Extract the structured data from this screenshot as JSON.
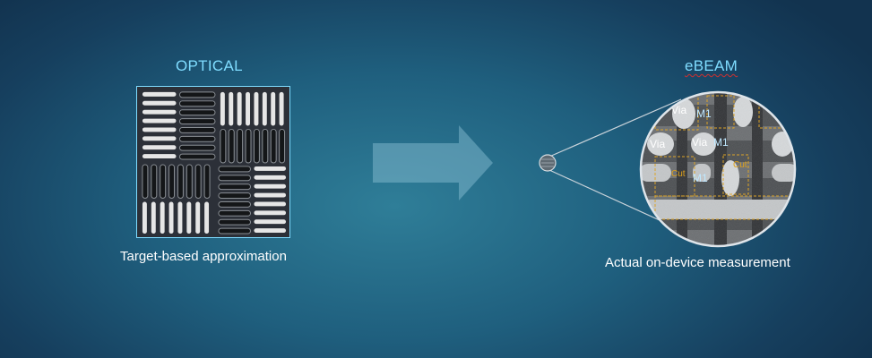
{
  "optical": {
    "title": "OPTICAL",
    "caption": "Target-based approximation"
  },
  "ebeam": {
    "title": "eBEAM",
    "caption": "Actual on-device measurement",
    "labels": {
      "via_1": "Via",
      "m1_1": "M1",
      "via_2": "Via",
      "via_3": "Via",
      "m1_2": "M1",
      "cut_1": "Cut",
      "m1_3": "M1",
      "cut_2": "Cut"
    }
  },
  "colors": {
    "title": "#7fdcff",
    "caption": "#ffffff",
    "cut_outline": "#e0a21a",
    "label_white": "#ffffff",
    "label_m1": "#bfe8ff",
    "label_cut": "#e0a21a"
  }
}
